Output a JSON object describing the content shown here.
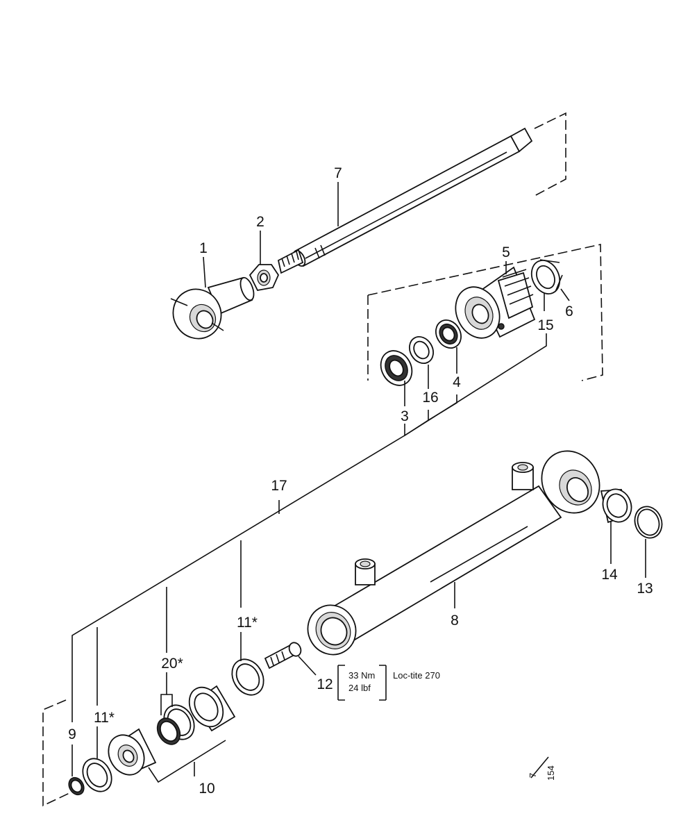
{
  "labels": {
    "p1": "1",
    "p2": "2",
    "p3": "3",
    "p4": "4",
    "p5": "5",
    "p6": "6",
    "p7": "7",
    "p8": "8",
    "p9": "9",
    "p10": "10",
    "p11a": "11*",
    "p11b": "11*",
    "p12": "12",
    "p13": "13",
    "p14": "14",
    "p15": "15",
    "p16": "16",
    "p17": "17",
    "p20": "20*"
  },
  "torque": {
    "nm": "33 Nm",
    "lbf": "24 lbf",
    "adhesive": "Loc-tite 270"
  },
  "figure": {
    "num": "7",
    "den": "154"
  }
}
